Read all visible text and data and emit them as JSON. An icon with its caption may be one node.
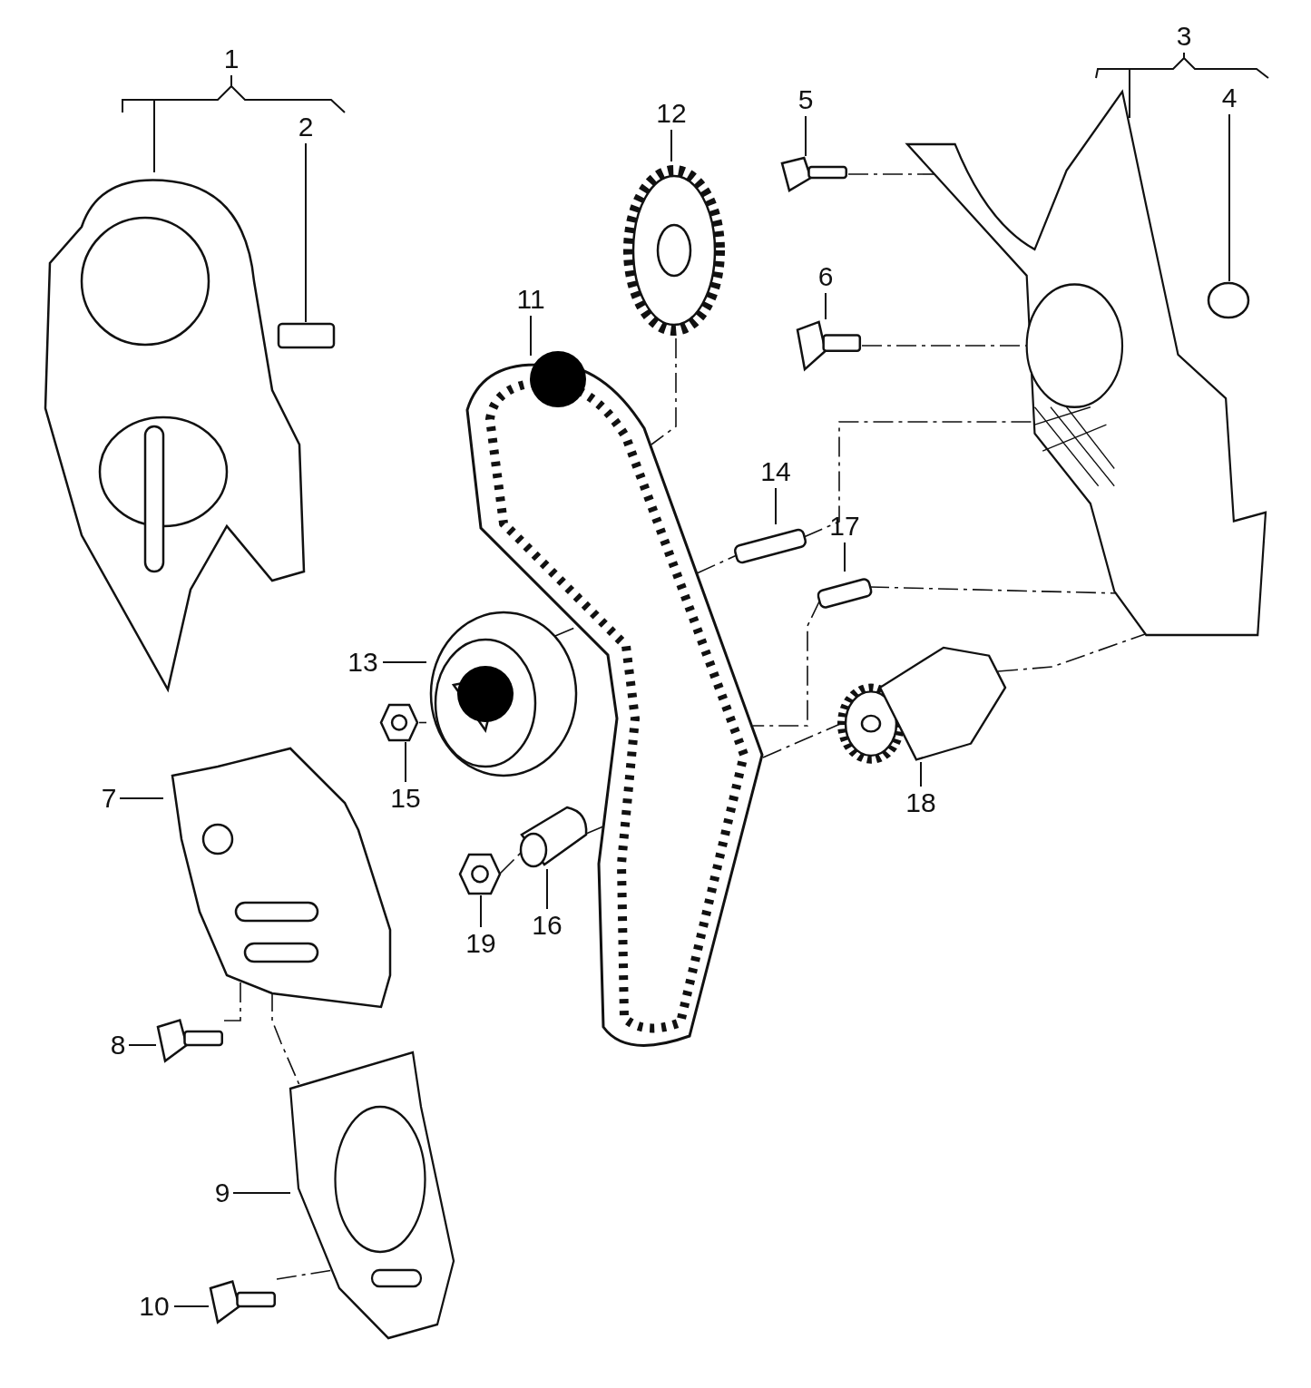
{
  "diagram": {
    "nodes": [
      {
        "text": [
          "1"
        ]
      },
      {
        "text": [
          "2"
        ]
      },
      {
        "text": [
          "3"
        ]
      },
      {
        "text": [
          "4"
        ]
      },
      {
        "text": [
          "5"
        ]
      },
      {
        "text": [
          "6"
        ]
      },
      {
        "text": [
          "7"
        ]
      },
      {
        "text": [
          "8"
        ]
      },
      {
        "text": [
          "9"
        ]
      },
      {
        "text": [
          "10"
        ]
      },
      {
        "text": [
          "11"
        ]
      },
      {
        "text": [
          "12"
        ]
      },
      {
        "text": [
          "13"
        ]
      },
      {
        "text": [
          "14"
        ]
      },
      {
        "text": [
          "15"
        ]
      },
      {
        "text": [
          "16"
        ]
      },
      {
        "text": [
          "17"
        ]
      },
      {
        "text": [
          "18"
        ]
      },
      {
        "text": [
          "19"
        ]
      },
      {
        "text": [],
        "shape": "picture"
      },
      {
        "text": [],
        "shape": "box"
      },
      {
        "text": [],
        "shape": "picture"
      },
      {
        "text": [],
        "shape": "circle"
      },
      {
        "text": [],
        "shape": "picture"
      },
      {
        "text": [],
        "shape": "picture"
      },
      {
        "text": [],
        "shape": "picture"
      },
      {
        "text": [],
        "shape": "picture"
      },
      {
        "text": [],
        "shape": "picture"
      },
      {
        "text": [],
        "shape": "picture"
      },
      {
        "text": [],
        "shape": "picture"
      },
      {
        "text": [],
        "shape": "picture"
      },
      {
        "text": [],
        "shape": "picture"
      },
      {
        "text": [],
        "shape": "bar"
      },
      {
        "text": [],
        "shape": "picture"
      },
      {
        "text": [],
        "shape": "picture"
      },
      {
        "text": [],
        "shape": "bar"
      },
      {
        "text": [],
        "shape": "picture"
      },
      {
        "text": [],
        "shape": "picture"
      }
    ],
    "edges": [
      {
        "from": 0,
        "to": 19,
        "arrow": "none"
      },
      {
        "from": 1,
        "to": 20,
        "arrow": "none"
      },
      {
        "from": 2,
        "to": 21,
        "arrow": "none"
      },
      {
        "from": 3,
        "to": 22,
        "arrow": "none"
      },
      {
        "from": 4,
        "to": 23,
        "arrow": "none"
      },
      {
        "from": 5,
        "to": 24,
        "arrow": "none"
      },
      {
        "from": 6,
        "to": 25,
        "arrow": "none"
      },
      {
        "from": 7,
        "to": 26,
        "arrow": "none"
      },
      {
        "from": 8,
        "to": 27,
        "arrow": "none"
      },
      {
        "from": 9,
        "to": 28,
        "arrow": "none"
      },
      {
        "from": 10,
        "to": 29,
        "arrow": "none"
      },
      {
        "from": 11,
        "to": 30,
        "arrow": "none"
      },
      {
        "from": 12,
        "to": 31,
        "arrow": "none"
      },
      {
        "from": 13,
        "to": 32,
        "arrow": "none"
      },
      {
        "from": 14,
        "to": 33,
        "arrow": "none"
      },
      {
        "from": 15,
        "to": 34,
        "arrow": "none"
      },
      {
        "from": 16,
        "to": 35,
        "arrow": "none"
      },
      {
        "from": 17,
        "to": 36,
        "arrow": "none"
      },
      {
        "from": 18,
        "to": 37,
        "arrow": "none"
      },
      {
        "from": 30,
        "to": 29,
        "arrow": "none",
        "style": "dashed"
      },
      {
        "from": 23,
        "to": 21,
        "arrow": "none",
        "style": "dashed"
      },
      {
        "from": 24,
        "to": 21,
        "arrow": "none",
        "style": "dashed"
      },
      {
        "from": 32,
        "to": 21,
        "arrow": "none",
        "style": "dashed"
      },
      {
        "from": 35,
        "to": 21,
        "arrow": "none",
        "style": "dashed"
      },
      {
        "from": 36,
        "to": 21,
        "arrow": "none",
        "style": "dashed"
      },
      {
        "from": 31,
        "to": 29,
        "arrow": "none",
        "style": "dashed"
      },
      {
        "from": 33,
        "to": 31,
        "arrow": "none",
        "style": "dashed"
      },
      {
        "from": 34,
        "to": 29,
        "arrow": "none",
        "style": "dashed"
      },
      {
        "from": 35,
        "to": 29,
        "arrow": "none",
        "style": "dashed"
      },
      {
        "from": 26,
        "to": 25,
        "arrow": "none",
        "style": "dashed"
      },
      {
        "from": 25,
        "to": 27,
        "arrow": "none",
        "style": "dashed"
      },
      {
        "from": 37,
        "to": 34,
        "arrow": "none",
        "style": "dashed"
      },
      {
        "from": 28,
        "to": 27,
        "arrow": "none",
        "style": "dashed"
      },
      {
        "from": 29,
        "to": 32,
        "arrow": "none",
        "style": "dashed"
      },
      {
        "from": 29,
        "to": 36,
        "arrow": "none",
        "style": "dashed"
      }
    ]
  }
}
